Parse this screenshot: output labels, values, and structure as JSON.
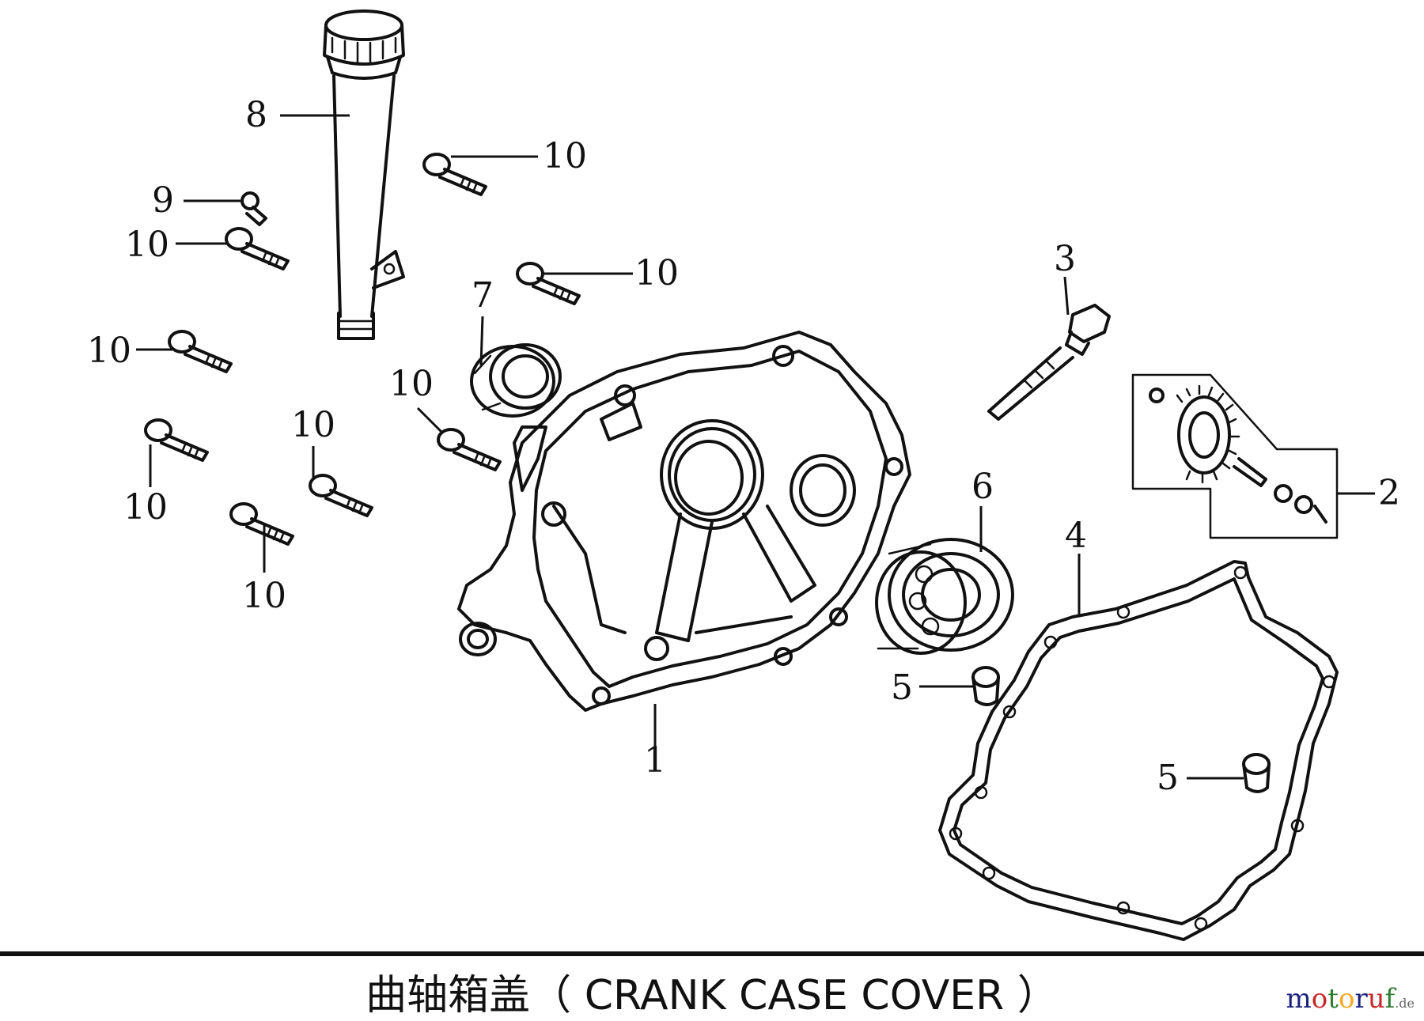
{
  "diagram": {
    "title": "曲轴箱盖（ CRANK CASE COVER ）",
    "callouts": {
      "c1": "1",
      "c2": "2",
      "c3": "3",
      "c4": "4",
      "c5a": "5",
      "c5b": "5",
      "c6": "6",
      "c7": "7",
      "c8": "8",
      "c9": "9",
      "c10a": "10",
      "c10b": "10",
      "c10c": "10",
      "c10d": "10",
      "c10e": "10",
      "c10f": "10",
      "c10g": "10",
      "c10h": "10"
    }
  },
  "watermark": {
    "brand": "motoruf",
    "tld": ".de",
    "colors": [
      "#1a237e",
      "#c62828",
      "#2e7d32",
      "#f9a825"
    ]
  }
}
